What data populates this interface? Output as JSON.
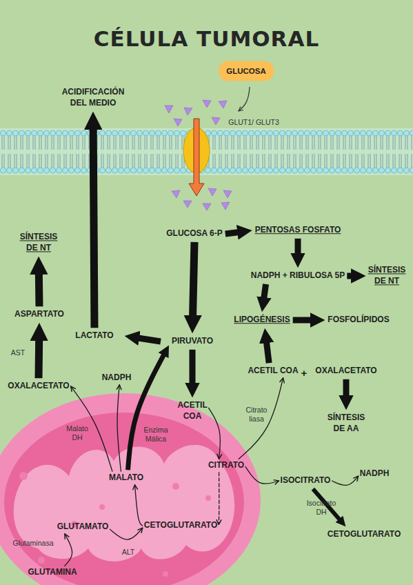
{
  "diagram": {
    "title": "CÉLULA TUMORAL",
    "nodes": [
      {
        "text": [
          "GLUCOSA"
        ]
      },
      {
        "text": [
          "ACIDIFICACIÓN DEL MEDIO"
        ]
      },
      {
        "text": [
          "GLUCOSA 6-P"
        ]
      },
      {
        "text": [
          "PENTOSAS FOSFATO"
        ]
      },
      {
        "text": [
          "NADPH + RIBULOSA 5P"
        ]
      },
      {
        "text": [
          "SÍNTESIS DE NT"
        ]
      },
      {
        "text": [
          "SÍNTESIS DE NT"
        ]
      },
      {
        "text": [
          "LIPOGÉNESIS"
        ]
      },
      {
        "text": [
          "FOSFOLÍPIDOS"
        ]
      },
      {
        "text": [
          "ASPARTATO"
        ]
      },
      {
        "text": [
          "LACTATO"
        ]
      },
      {
        "text": [
          "PIRUVATO"
        ]
      },
      {
        "text": [
          "ACETIL COA"
        ]
      },
      {
        "text": [
          "OXALACETATO"
        ]
      },
      {
        "text": [
          "OXALACETATO"
        ]
      },
      {
        "text": [
          "NADPH"
        ]
      },
      {
        "text": [
          "SÍNTESIS DE AA"
        ]
      },
      {
        "text": [
          "ACETIL COA"
        ]
      },
      {
        "text": [
          "MALATO"
        ]
      },
      {
        "text": [
          "CITRATO"
        ]
      },
      {
        "text": [
          "ISOCITRATO"
        ]
      },
      {
        "text": [
          "NADPH"
        ]
      },
      {
        "text": [
          "GLUTAMATO"
        ]
      },
      {
        "text": [
          "CETOGLUTARATO"
        ]
      },
      {
        "text": [
          "CETOGLUTARATO"
        ]
      },
      {
        "text": [
          "GLUTAMINA"
        ]
      }
    ],
    "edges": [
      {
        "from": 2,
        "to": 3,
        "arrow": "to"
      },
      {
        "from": 2,
        "to": 11,
        "arrow": "to"
      },
      {
        "from": 3,
        "to": 4,
        "arrow": "to"
      },
      {
        "from": 4,
        "to": 5,
        "arrow": "to"
      },
      {
        "from": 4,
        "to": 7,
        "arrow": "to"
      },
      {
        "from": 7,
        "to": 8,
        "arrow": "to"
      },
      {
        "from": 12,
        "to": 7,
        "arrow": "to"
      },
      {
        "from": 13,
        "to": 16,
        "arrow": "to"
      },
      {
        "from": 11,
        "to": 10,
        "arrow": "to"
      },
      {
        "from": 10,
        "to": 1,
        "arrow": "to"
      },
      {
        "from": 11,
        "to": 17,
        "arrow": "to"
      },
      {
        "from": 17,
        "to": 19,
        "arrow": "to"
      },
      {
        "from": 19,
        "to": 23,
        "arrow": "to"
      },
      {
        "from": 23,
        "to": 18,
        "arrow": "to"
      },
      {
        "from": 19,
        "to": 20,
        "arrow": "to"
      },
      {
        "from": 20,
        "to": 24,
        "label": "Isocitrato DH",
        "arrow": "to"
      },
      {
        "from": 20,
        "to": 21,
        "arrow": "to"
      },
      {
        "from": 19,
        "to": 12,
        "label": "Citrato liasa",
        "arrow": "to"
      },
      {
        "from": 22,
        "to": 23,
        "label": "ALT",
        "arrow": "to"
      },
      {
        "from": 25,
        "to": 22,
        "label": "Glutaminasa",
        "arrow": "to"
      },
      {
        "from": 18,
        "to": 14,
        "label": "Malato DH",
        "arrow": "to"
      },
      {
        "from": 18,
        "to": 15,
        "arrow": "to"
      },
      {
        "from": 18,
        "to": 11,
        "label": "Enzima Málica",
        "arrow": "to"
      },
      {
        "from": 14,
        "to": 9,
        "label": "AST",
        "arrow": "to"
      },
      {
        "from": 9,
        "to": 6,
        "arrow": "to"
      }
    ],
    "labels": [
      "GLUT1/ GLUT3",
      "+"
    ]
  }
}
